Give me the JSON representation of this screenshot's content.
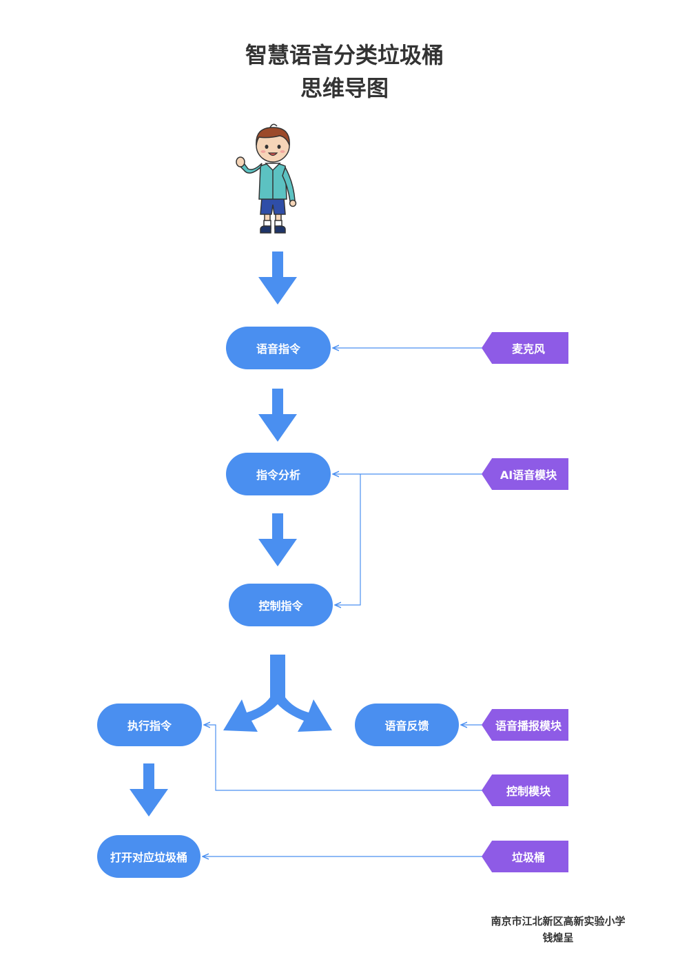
{
  "title": {
    "line1": "智慧语音分类垃圾桶",
    "line2": "思维导图"
  },
  "nodes": {
    "voice_command": "语音指令",
    "command_analysis": "指令分析",
    "control_command": "控制指令",
    "execute_command": "执行指令",
    "voice_feedback": "语音反馈",
    "open_bin": "打开对应垃圾桶"
  },
  "tags": {
    "microphone": "麦克风",
    "ai_voice_module": "AI语音模块",
    "voice_broadcast_module": "语音播报模块",
    "control_module": "控制模块",
    "trash_bin": "垃圾桶"
  },
  "credit": {
    "school": "南京市江北新区高新实验小学",
    "author": "钱煌呈"
  },
  "colors": {
    "node": "#4a8ff0",
    "tag": "#8e5be6",
    "arrow": "#4a8ff0",
    "title": "#333333"
  }
}
